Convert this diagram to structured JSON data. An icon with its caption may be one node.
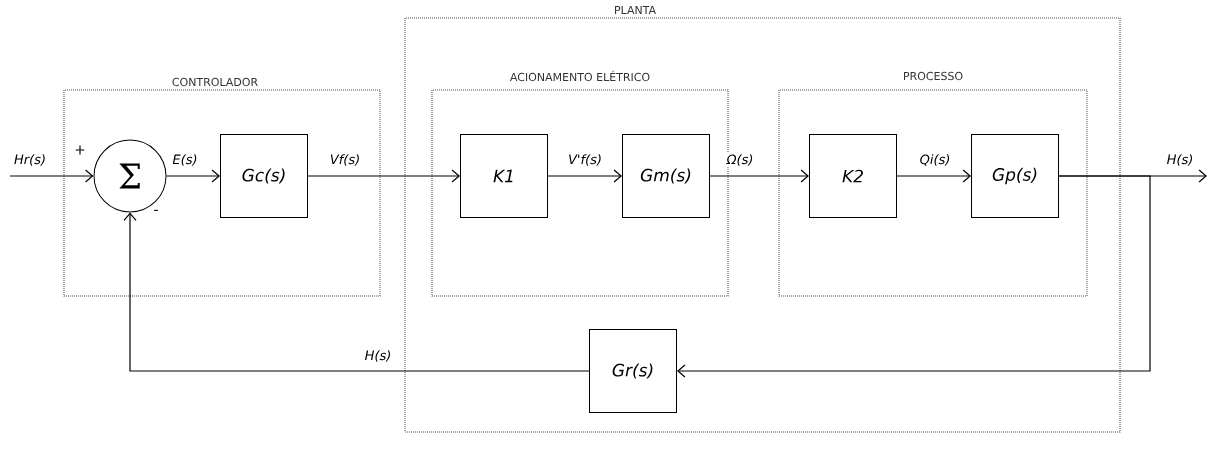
{
  "diagram": {
    "nodes": [
      {
        "text": [
          "PLANTA"
        ]
      },
      {
        "text": [
          "CONTROLADOR"
        ]
      },
      {
        "text": [
          "ACIONAMENTO ELÉTRICO"
        ],
        "in": 0
      },
      {
        "text": [
          "PROCESSO"
        ],
        "in": 0
      },
      {
        "text": [
          "Σ"
        ],
        "in": 1,
        "beside": [
          "+",
          "-"
        ]
      },
      {
        "text": [
          "Gc(s)"
        ],
        "in": 1
      },
      {
        "text": [
          "K1"
        ],
        "in": 2
      },
      {
        "text": [
          "Gm(s)"
        ],
        "in": 2
      },
      {
        "text": [
          "K2"
        ],
        "in": 3
      },
      {
        "text": [
          "Gp(s)"
        ],
        "in": 3
      },
      {
        "text": [
          "Gr(s)"
        ],
        "in": 0
      }
    ],
    "edges": [
      {
        "from": null,
        "to": 4,
        "arrow": "to",
        "label": "Hr(s)"
      },
      {
        "from": 4,
        "to": 5,
        "arrow": "to",
        "label": "E(s)"
      },
      {
        "from": 5,
        "to": 6,
        "arrow": "to",
        "label": "Vf(s)"
      },
      {
        "from": 6,
        "to": 7,
        "arrow": "to",
        "label": "V'f(s)"
      },
      {
        "from": 7,
        "to": 8,
        "arrow": "to",
        "label": "Ω(s)"
      },
      {
        "from": 8,
        "to": 9,
        "arrow": "to",
        "label": "Qi(s)"
      },
      {
        "from": 9,
        "to": null,
        "arrow": "to",
        "label": "H(s)"
      },
      {
        "from": 9,
        "to": 10,
        "arrow": "to"
      },
      {
        "from": 10,
        "to": 4,
        "arrow": "to",
        "label": "H(s)"
      }
    ]
  }
}
